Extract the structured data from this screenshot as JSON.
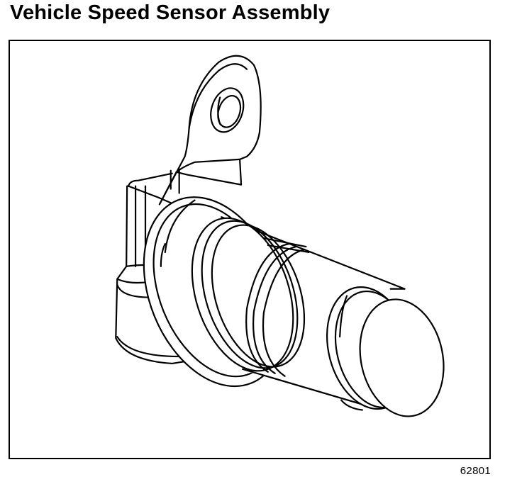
{
  "title": "Vehicle Speed Sensor Assembly",
  "figure_number": "62801",
  "illustration": {
    "subject": "vehicle-speed-sensor",
    "line_color": "#000000",
    "fill_color": "#ffffff"
  }
}
